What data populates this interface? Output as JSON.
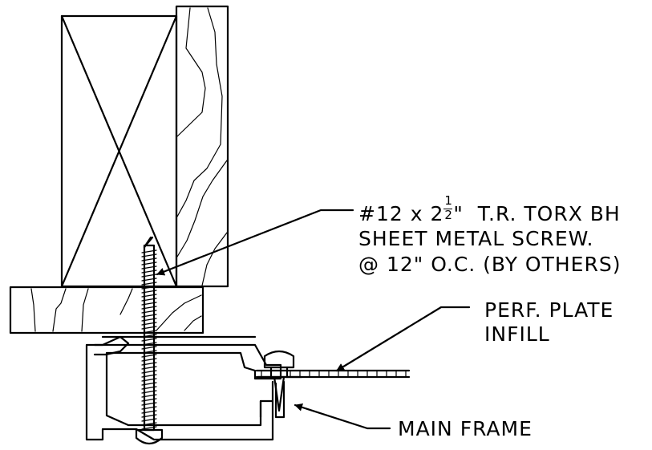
{
  "callouts": {
    "screw": {
      "line1_a": "#12 x 2",
      "frac_num": "1",
      "frac_den": "2",
      "line1_b": "\"  T.R. TORX BH",
      "line2": "SHEET METAL SCREW.",
      "line3": "@ 12\" O.C. (BY OTHERS)"
    },
    "plate": {
      "line1": "PERF. PLATE",
      "line2": "INFILL"
    },
    "frame": {
      "line1": "MAIN FRAME"
    }
  }
}
